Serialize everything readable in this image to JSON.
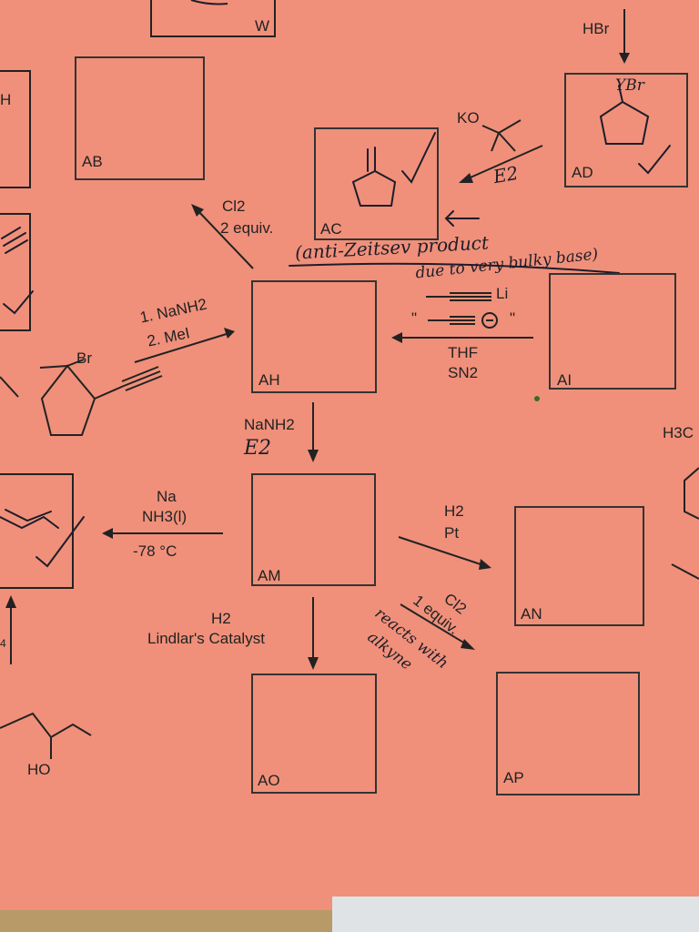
{
  "boxes": {
    "w": "W",
    "ab": "AB",
    "ac": "AC",
    "ad": "AD",
    "ah": "AH",
    "ai": "AI",
    "am": "AM",
    "an": "AN",
    "ao": "AO",
    "ap": "AP"
  },
  "reagents": {
    "hbr": "HBr",
    "base_prefix": "KO",
    "cl2_top": "Cl2",
    "cl2_equiv": "2 equiv.",
    "nanh2_step1": "1. NaNH2",
    "nanh2_step2": "2. MeI",
    "acetylide_li": "Li",
    "acetylide_quote_l": "\"",
    "acetylide_quote_r": "\"",
    "thf": "THF",
    "sn2": "SN2",
    "nanh2_mid": "NaNH2",
    "na": "Na",
    "nh3": "NH3(l)",
    "temp": "-78 °C",
    "h2_right": "H2",
    "pt": "Pt",
    "h2_bottom": "H2",
    "lindlar": "Lindlar's Catalyst",
    "cl2_bottom": "Cl2",
    "cl2_bottom_equiv": "1 equiv.",
    "h3c": "H3C",
    "br_label": "Br",
    "ho_label": "HO",
    "left_h": "H",
    "left_4": "4"
  },
  "handwriting": {
    "e2_top": "E2",
    "e2_mid": "E2",
    "ybr": "YBr",
    "note_line1": "(anti-Zeitsev product",
    "note_line2": "due to very bulky base)",
    "reacts_1": "reacts with",
    "reacts_2": "alkyne"
  },
  "colors": {
    "paper": "#f0907a",
    "ink": "#1d1d2a",
    "print": "#222222"
  }
}
